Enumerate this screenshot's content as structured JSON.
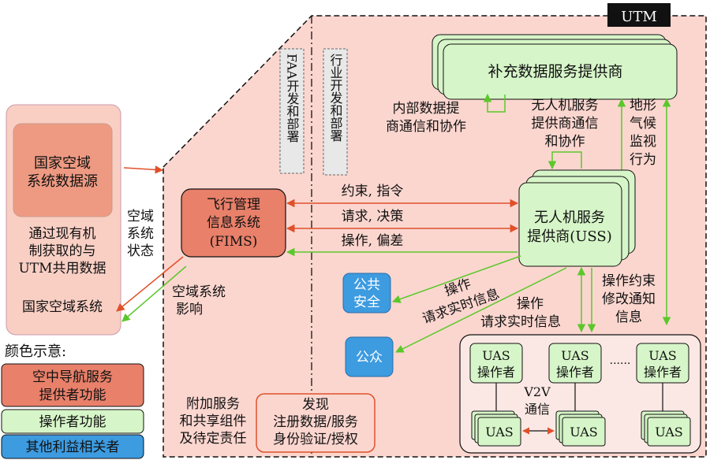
{
  "utm_label": "UTM",
  "faa_label": "FAA开发和部署",
  "industry_label": "行业开发和部署",
  "national_source": [
    "国家空域",
    "系统数据源"
  ],
  "shared_data": [
    "通过现有机",
    "制获取的与",
    "UTM共用数据"
  ],
  "national_system": "国家空域系统",
  "airspace_state": [
    "空域",
    "系统",
    "状态"
  ],
  "airspace_impact": [
    "空域系统",
    "影响"
  ],
  "fims": [
    "飞行管理",
    "信息系统",
    "(FIMS)"
  ],
  "supplemental_provider": "补充数据服务提供商",
  "internal_comm": [
    "内部数据提",
    "商通信和协作"
  ],
  "uss_comm": [
    "无人机服务",
    "提供商通信",
    "和协作"
  ],
  "terrain": [
    "地形",
    "气候",
    "监视",
    "行为"
  ],
  "constraint_cmd": "约束, 指令",
  "request_decision": "请求, 决策",
  "operation_deviation": "操作, 偏差",
  "uss": [
    "无人机服务",
    "提供商(USS)"
  ],
  "public_safety": [
    "公共",
    "安全"
  ],
  "public": "公众",
  "op_request_1": [
    "操作",
    "请求实时信息"
  ],
  "op_request_2": [
    "操作",
    "请求实时信息"
  ],
  "op_constraint": [
    "操作约束",
    "修改通知",
    "信息"
  ],
  "uas_operator": [
    "UAS",
    "操作者"
  ],
  "dots": "......",
  "v2v": [
    "V2V",
    "通信"
  ],
  "uas": "UAS",
  "additional_services": [
    "附加服务",
    "和共享组件",
    "及待定责任"
  ],
  "discovery": [
    "发现",
    "注册数据/服务",
    "身份验证/授权"
  ],
  "legend_title": "颜色示意:",
  "legend_items": [
    {
      "label": [
        "空中导航服务",
        "提供者功能"
      ],
      "color": "#e8806a"
    },
    {
      "label": [
        "操作者功能"
      ],
      "color": "#d6f5c8"
    },
    {
      "label": [
        "其他利益相关者"
      ],
      "color": "#3d9be0"
    }
  ],
  "colors": {
    "orange_arrow": "#e0502a",
    "green_arrow": "#5ac82a",
    "utm_bg": "#fbd6cf",
    "green_box": "#d6f5c8",
    "blue_box": "#3d9be0"
  }
}
